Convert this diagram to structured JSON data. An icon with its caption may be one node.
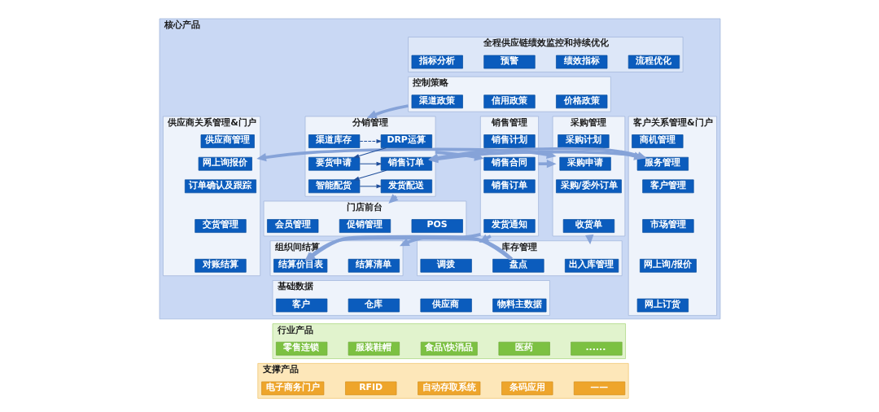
{
  "diagram": {
    "nodes": [
      {
        "text": [
          "核心产品"
        ]
      },
      {
        "text": [
          "全程供应链绩效监控和持续优化"
        ],
        "in": 0
      },
      {
        "text": [
          "预警"
        ],
        "in": 1
      },
      {
        "text": [
          "绩效指标"
        ],
        "in": 1
      },
      {
        "text": [
          "指标分析"
        ],
        "in": 1
      },
      {
        "text": [
          "流程优化"
        ],
        "in": 1
      },
      {
        "text": [
          "供应商关系管理&门户"
        ],
        "in": 0
      },
      {
        "text": [
          "供应商管理"
        ],
        "in": 6
      },
      {
        "text": [
          "网上询报价"
        ],
        "in": 6
      },
      {
        "text": [
          "订单确认及跟踪"
        ],
        "in": 6
      },
      {
        "text": [
          "交货管理"
        ],
        "in": 6
      },
      {
        "text": [
          "对账结算"
        ],
        "in": 6
      },
      {
        "text": [
          "控制策略"
        ],
        "in": 0
      },
      {
        "text": [
          "价格政策"
        ],
        "in": 12
      },
      {
        "text": [
          "信用政策"
        ],
        "in": 12
      },
      {
        "text": [
          "渠道政策"
        ],
        "in": 12
      },
      {
        "text": [
          "采购管理"
        ],
        "in": 0
      },
      {
        "text": [
          "采购计划"
        ],
        "in": 16
      },
      {
        "text": [
          "采购申请"
        ],
        "in": 16
      },
      {
        "text": [
          "采购/委外订单"
        ],
        "in": 16
      },
      {
        "text": [
          "收货单"
        ],
        "in": 16
      },
      {
        "text": [
          "销售管理"
        ],
        "in": 0
      },
      {
        "text": [
          "销售计划"
        ],
        "in": 21
      },
      {
        "text": [
          "销售合同"
        ],
        "in": 21
      },
      {
        "text": [
          "销售订单"
        ],
        "in": 21
      },
      {
        "text": [
          "发货通知"
        ],
        "in": 21
      },
      {
        "text": [
          "分销管理"
        ],
        "in": 0
      },
      {
        "text": [
          "渠道库存"
        ],
        "in": 26
      },
      {
        "text": [
          "DRP运算"
        ],
        "in": 26
      },
      {
        "text": [
          "要货申请"
        ],
        "in": 26
      },
      {
        "text": [
          "销售订单"
        ],
        "in": 26
      },
      {
        "text": [
          "发货配送"
        ],
        "in": 26
      },
      {
        "text": [
          "智能配货"
        ],
        "in": 26
      },
      {
        "text": [
          "门店前台"
        ],
        "in": 0
      },
      {
        "text": [
          "会员管理"
        ],
        "in": 33
      },
      {
        "text": [
          "促销管理"
        ],
        "in": 33
      },
      {
        "text": [
          "POS"
        ],
        "in": 33
      },
      {
        "text": [
          "库存管理"
        ],
        "in": 0
      },
      {
        "text": [
          "出入库管理"
        ],
        "in": 37
      },
      {
        "text": [
          "调拨"
        ],
        "in": 37
      },
      {
        "text": [
          "盘点"
        ],
        "in": 37
      },
      {
        "text": [
          "组织间结算"
        ],
        "in": 0
      },
      {
        "text": [
          "结算价目表"
        ],
        "in": 41
      },
      {
        "text": [
          "结算清单"
        ],
        "in": 41
      },
      {
        "text": [
          "基础数据"
        ],
        "in": 0
      },
      {
        "text": [
          "物料主数据"
        ],
        "in": 44
      },
      {
        "text": [
          "供应商"
        ],
        "in": 44
      },
      {
        "text": [
          "客户"
        ],
        "in": 44
      },
      {
        "text": [
          "仓库"
        ],
        "in": 44
      },
      {
        "text": [
          "客户关系管理&门户"
        ],
        "in": 0
      },
      {
        "text": [
          "商机管理"
        ],
        "in": 49
      },
      {
        "text": [
          "服务管理"
        ],
        "in": 49
      },
      {
        "text": [
          "客户管理"
        ],
        "in": 49
      },
      {
        "text": [
          "市场管理"
        ],
        "in": 49
      },
      {
        "text": [
          "网上询/报价"
        ],
        "in": 49
      },
      {
        "text": [
          "网上订货"
        ],
        "in": 49
      },
      {
        "text": [
          "行业产品"
        ]
      },
      {
        "text": [
          "医药"
        ],
        "in": 56
      },
      {
        "text": [
          "食品\\快消品"
        ],
        "in": 56
      },
      {
        "text": [
          "零售连锁"
        ],
        "in": 56
      },
      {
        "text": [
          "服装鞋帽"
        ],
        "in": 56
      },
      {
        "text": [
          "......"
        ],
        "in": 56
      },
      {
        "text": [
          "支撑产品"
        ]
      },
      {
        "text": [
          "条码应用"
        ],
        "in": 62
      },
      {
        "text": [
          "自动存取系统"
        ],
        "in": 62
      },
      {
        "text": [
          "电子商务门户"
        ],
        "in": 62
      },
      {
        "text": [
          "RFID"
        ],
        "in": 62
      },
      {
        "text": [
          "——"
        ],
        "in": 62
      }
    ],
    "edges": [
      {
        "from": 6,
        "to": 16,
        "arrow": "both"
      },
      {
        "from": 21,
        "to": 16,
        "arrow": "to"
      },
      {
        "from": 26,
        "to": 21,
        "arrow": "to"
      },
      {
        "from": 26,
        "to": 49,
        "arrow": "both"
      },
      {
        "from": 12,
        "to": 26,
        "arrow": "to"
      },
      {
        "from": 16,
        "to": 37,
        "arrow": "to"
      },
      {
        "from": 21,
        "to": 37,
        "arrow": "to"
      },
      {
        "from": 26,
        "to": 33,
        "arrow": "to"
      },
      {
        "from": 21,
        "to": 41,
        "arrow": "to"
      },
      {
        "from": 37,
        "to": 41,
        "arrow": "to"
      },
      {
        "from": 27,
        "to": 28,
        "arrow": "to",
        "style": "dashed",
        "color": "#1f4e9a"
      },
      {
        "from": 28,
        "to": 29,
        "arrow": "to",
        "color": "#1f4e9a"
      },
      {
        "from": 29,
        "to": 30,
        "arrow": "to",
        "color": "#1f4e9a"
      },
      {
        "from": 30,
        "to": 32,
        "arrow": "to",
        "color": "#1f4e9a"
      },
      {
        "from": 32,
        "to": 31,
        "arrow": "to",
        "color": "#1f4e9a"
      }
    ]
  }
}
